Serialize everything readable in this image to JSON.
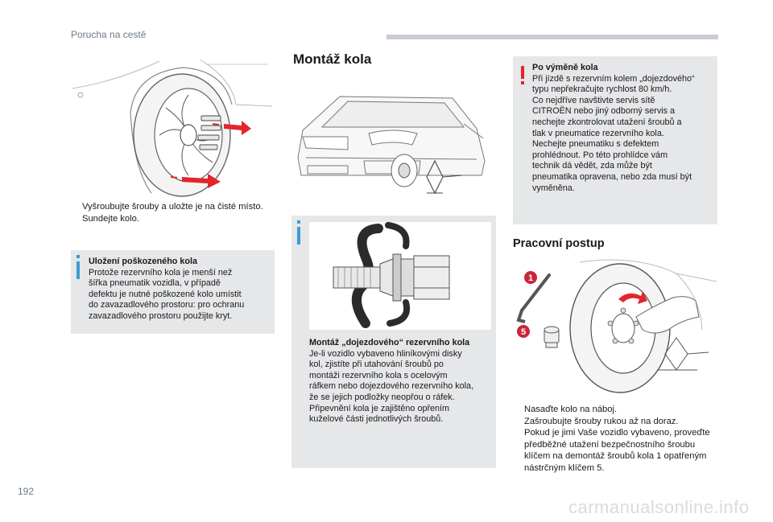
{
  "header": {
    "section": "Porucha na cestě"
  },
  "page_number": "192",
  "watermark": "carmanualsonline.info",
  "left": {
    "bullets": [
      {
        "mark": "",
        "text": "Vyšroubujte šrouby a uložte je na čisté místo."
      },
      {
        "mark": "",
        "text": "Sundejte kolo."
      }
    ],
    "note": {
      "title": "Uložení poškozeného kola",
      "lines": [
        "Protože rezervního kola je menší než",
        "šířka pneumatik vozidla, v případě",
        "defektu je nutné poškozené kolo umístit",
        "do zavazadlového prostoru: pro ochranu",
        "zavazadlového prostoru použijte kryt."
      ]
    }
  },
  "middle": {
    "title": "Montáž kola",
    "note": {
      "title": "Montáž „dojezdového“ rezervního kola",
      "lines": [
        "Je-li vozidlo vybaveno hliníkovými disky",
        "kol, zjistíte při utahování šroubů po",
        "montáži rezervního kola s ocelovým",
        "ráfkem nebo dojezdového rezervního kola,",
        "že se jejich podložky neopřou o ráfek.",
        "Připevnění kola je zajištěno opřením",
        "kuželové části jednotlivých šroubů."
      ]
    }
  },
  "right": {
    "warning": {
      "title": "Po výměně kola",
      "lines": [
        "Při jízdě s rezervním kolem „dojezdového“",
        "typu nepřekračujte rychlost 80 km/h.",
        "Co nejdříve navštivte servis sítě",
        "CITROËN nebo jiný odborný servis a",
        "nechejte zkontrolovat utažení šroubů a",
        "tlak v pneumatice rezervního kola.",
        "Nechejte pneumatiku s defektem",
        "prohlédnout. Po této prohlídce vám",
        "technik dá vědět, zda může být",
        "pneumatika opravena, nebo zda musí být",
        "vyměněna."
      ]
    },
    "subtitle": "Pracovní postup",
    "callouts": {
      "one": "1",
      "five": "5"
    },
    "bullets": [
      {
        "mark": "",
        "text": "Nasaďte kolo na náboj."
      },
      {
        "mark": "",
        "text": "Zašroubujte šrouby rukou až na doraz."
      },
      {
        "mark": "",
        "text": "Pokud je jimi Vaše vozidlo vybaveno, proveďte předběžné utažení bezpečnostního šroubu klíčem na demontáž šroubů kola 1 opatřeným nástrčným klíčem 5."
      }
    ]
  },
  "colors": {
    "accent_blue": "#3e9bd6",
    "warning_red": "#e2262b",
    "arrow_red": "#e2262b",
    "box_gray": "#e6e7e9"
  }
}
